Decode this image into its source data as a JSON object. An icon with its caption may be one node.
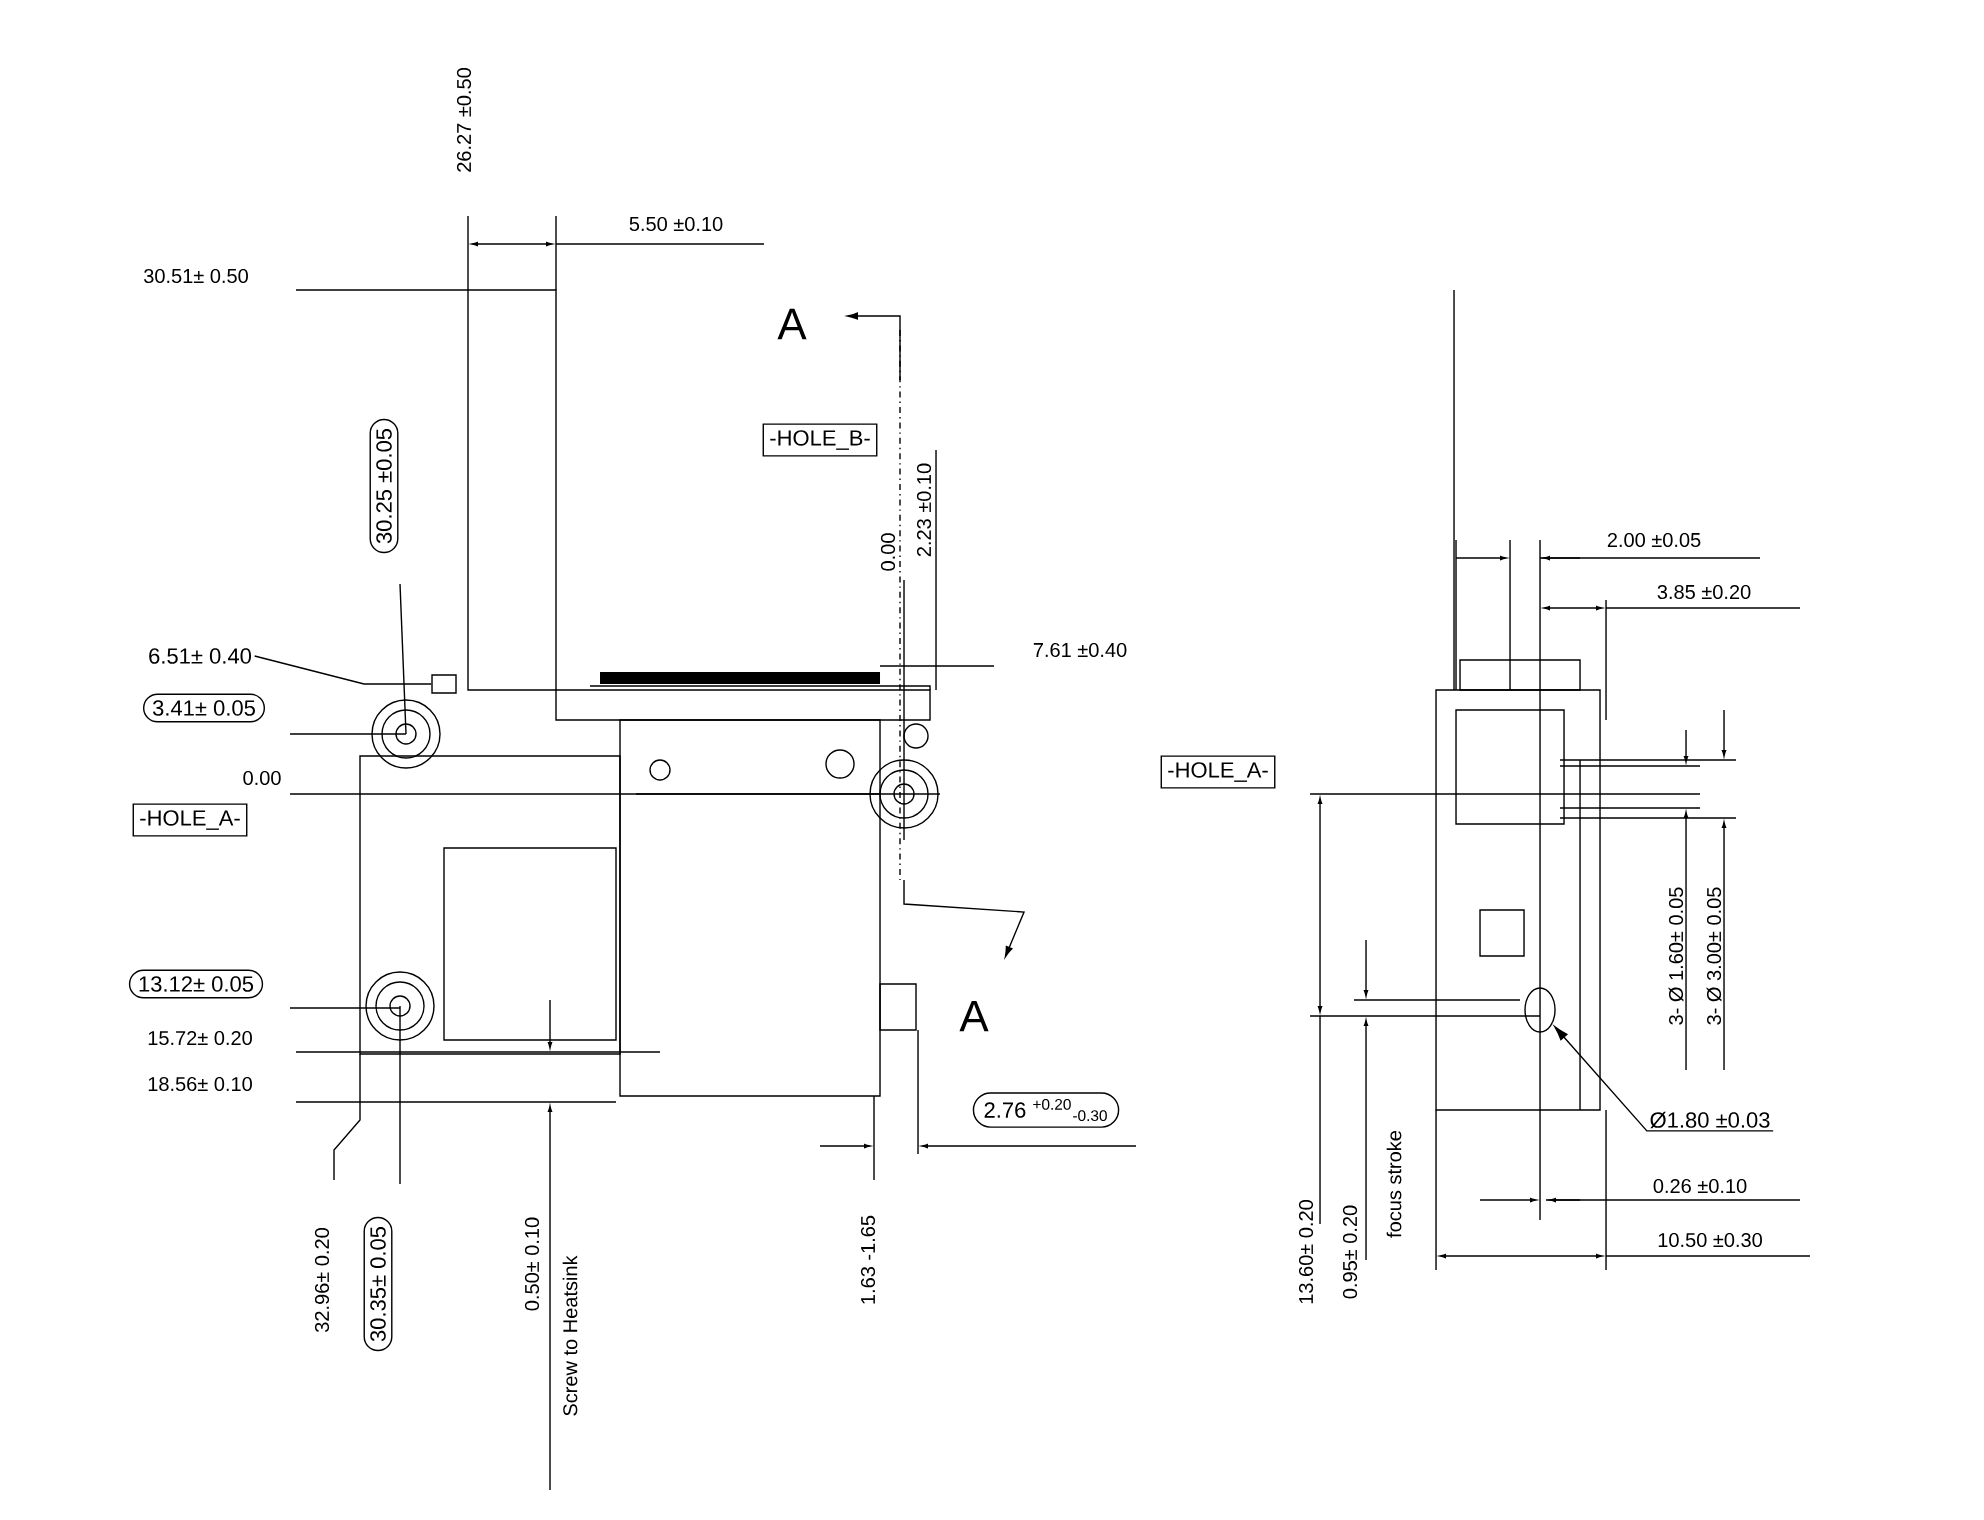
{
  "diagram": {
    "nodes": [
      {
        "text": [
          "30.25 ±0.05"
        ]
      },
      {
        "text": [
          "-HOLE_B-"
        ]
      },
      {
        "text": [
          "6.51± 0.40"
        ]
      },
      {
        "text": [],
        "shape": "box"
      },
      {
        "text": [
          "3.41± 0.05"
        ]
      },
      {
        "text": [
          "-HOLE_A-"
        ]
      },
      {
        "text": [
          "13.12± 0.05"
        ]
      },
      {
        "text": [
          "30.35± 0.05"
        ]
      },
      {
        "text": [
          "2.76 $^{+0.20}$$_{-0.30}$"
        ]
      },
      {
        "text": [
          "-HOLE_A-"
        ]
      },
      {
        "text": [
          "Ø1.80 ±0.03"
        ]
      },
      {
        "text": [],
        "shape": "circle"
      }
    ],
    "edges": [
      {
        "from": 2,
        "to": 3,
        "arrow": "none"
      },
      {
        "from": 10,
        "to": 11,
        "arrow": "to"
      }
    ],
    "labels": [
      "26.27 ±0.50",
      "5.50 ±0.10",
      "30.51± 0.50",
      "A",
      "0.00",
      "2.23 ±0.10",
      "7.61 ±0.40",
      "0.00",
      "15.72± 0.20",
      "18.56± 0.10",
      "A",
      "32.96± 0.20",
      "0.50± 0.10",
      "Screw to Heatsink",
      "1.63 -1.65",
      "2.00 ±0.05",
      "3.85 ±0.20",
      "3- Ø 1.60± 0.05",
      "3- Ø 3.00± 0.05",
      "13.60± 0.20",
      "0.95± 0.20",
      "focus stroke",
      "0.26 ±0.10",
      "10.50 ±0.30"
    ]
  }
}
